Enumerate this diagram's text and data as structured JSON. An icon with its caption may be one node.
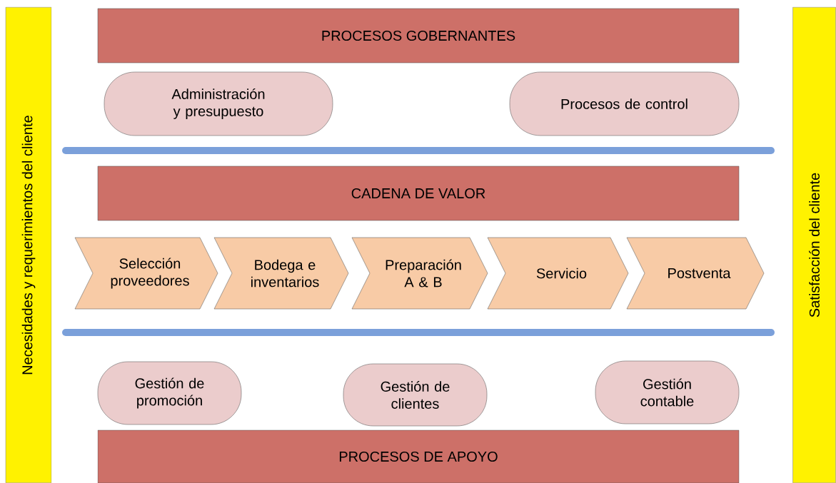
{
  "diagram": {
    "nodes": [
      {
        "text": [
          "Necesidades y requerimientos del cliente"
        ]
      },
      {
        "text": [
          "PROCESOS GOBERNANTES"
        ]
      },
      {
        "text": [
          "Administración y presupuesto"
        ]
      },
      {
        "text": [
          "Procesos de control"
        ]
      },
      {
        "text": [
          "CADENA DE VALOR"
        ]
      },
      {
        "text": [
          "Selección proveedores"
        ]
      },
      {
        "text": [
          "Bodega e inventarios"
        ]
      },
      {
        "text": [
          "Preparación A & B"
        ]
      },
      {
        "text": [
          "Servicio"
        ]
      },
      {
        "text": [
          "Postventa"
        ]
      },
      {
        "text": [
          "Gestión de promoción"
        ]
      },
      {
        "text": [
          "Gestión de clientes"
        ]
      },
      {
        "text": [
          "Gestión contable"
        ]
      },
      {
        "text": [
          "PROCESOS DE APOYO"
        ]
      },
      {
        "text": [
          "Satisfacción del cliente"
        ]
      }
    ]
  }
}
